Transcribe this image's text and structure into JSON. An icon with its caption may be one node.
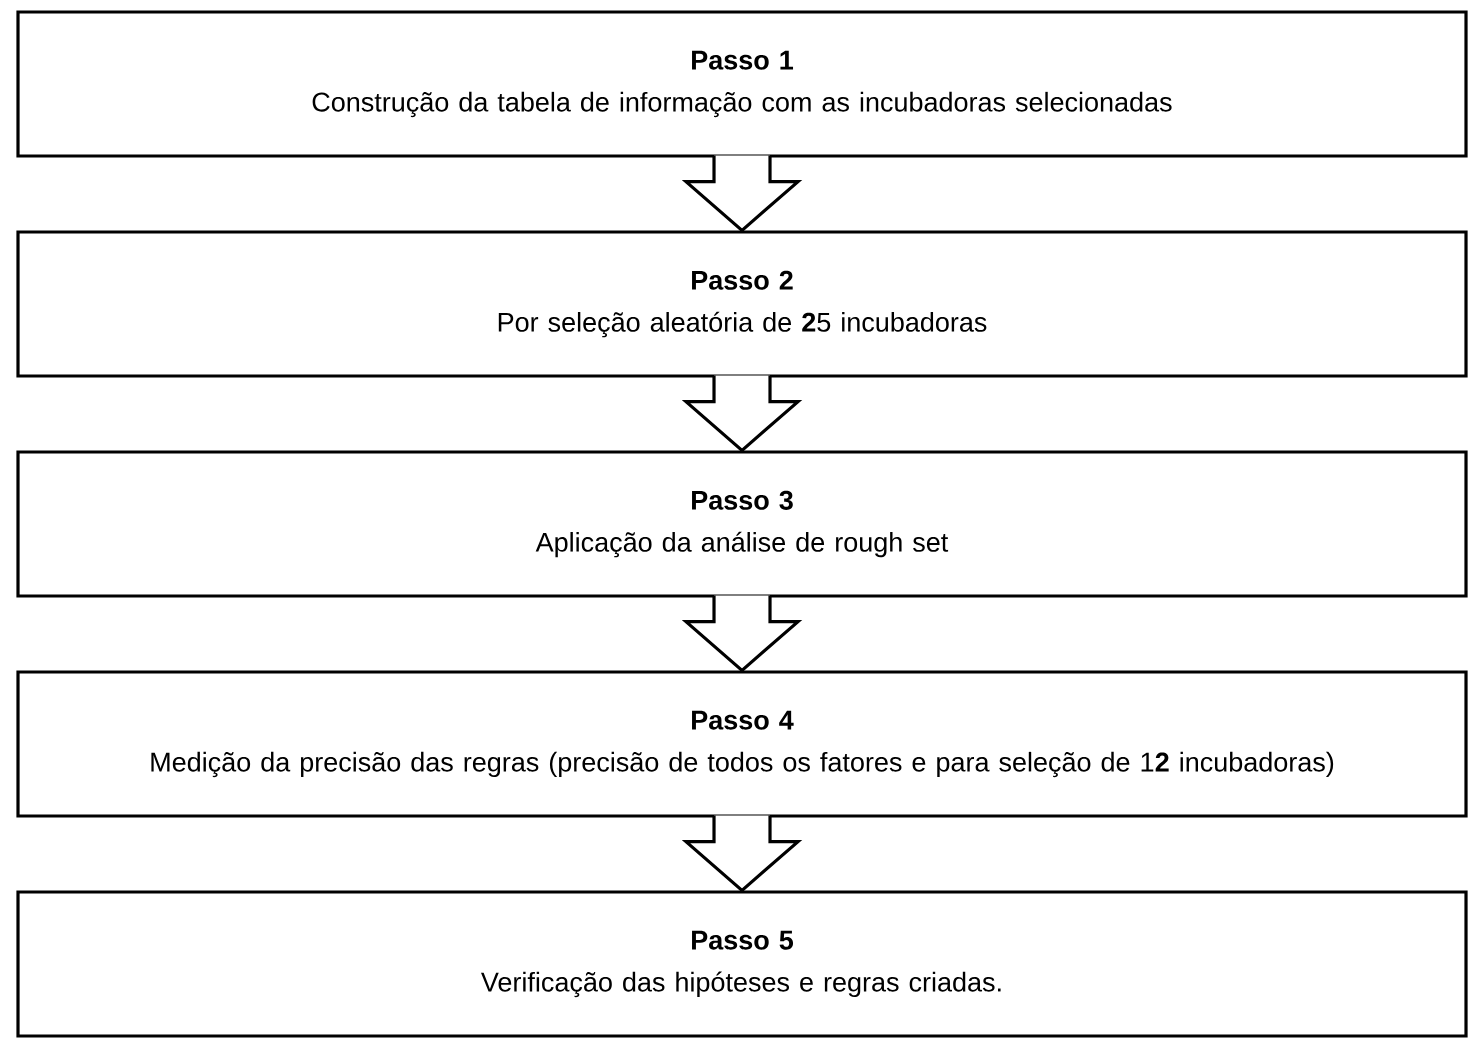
{
  "diagram": {
    "nodes": [
      {
        "text": [
          "Passo 1",
          "Construção da tabela de informação com as incubadoras selecionadas"
        ]
      },
      {
        "text": [
          "Passo 2",
          "Por seleção aleatória de **2**5 incubadoras"
        ]
      },
      {
        "text": [
          "Passo 3",
          "Aplicação da análise de rough set"
        ]
      },
      {
        "text": [
          "Passo 4",
          "Medição da precisão das regras (precisão de todos os fatores e para seleção de 1**2** incubadoras)"
        ]
      },
      {
        "text": [
          "Passo 5",
          "Verificação das hipóteses e regras criadas."
        ]
      }
    ],
    "edges": [
      {
        "from": 0,
        "to": 1,
        "arrow": "to"
      },
      {
        "from": 1,
        "to": 2,
        "arrow": "to"
      },
      {
        "from": 2,
        "to": 3,
        "arrow": "to"
      },
      {
        "from": 3,
        "to": 4,
        "arrow": "to"
      }
    ]
  }
}
